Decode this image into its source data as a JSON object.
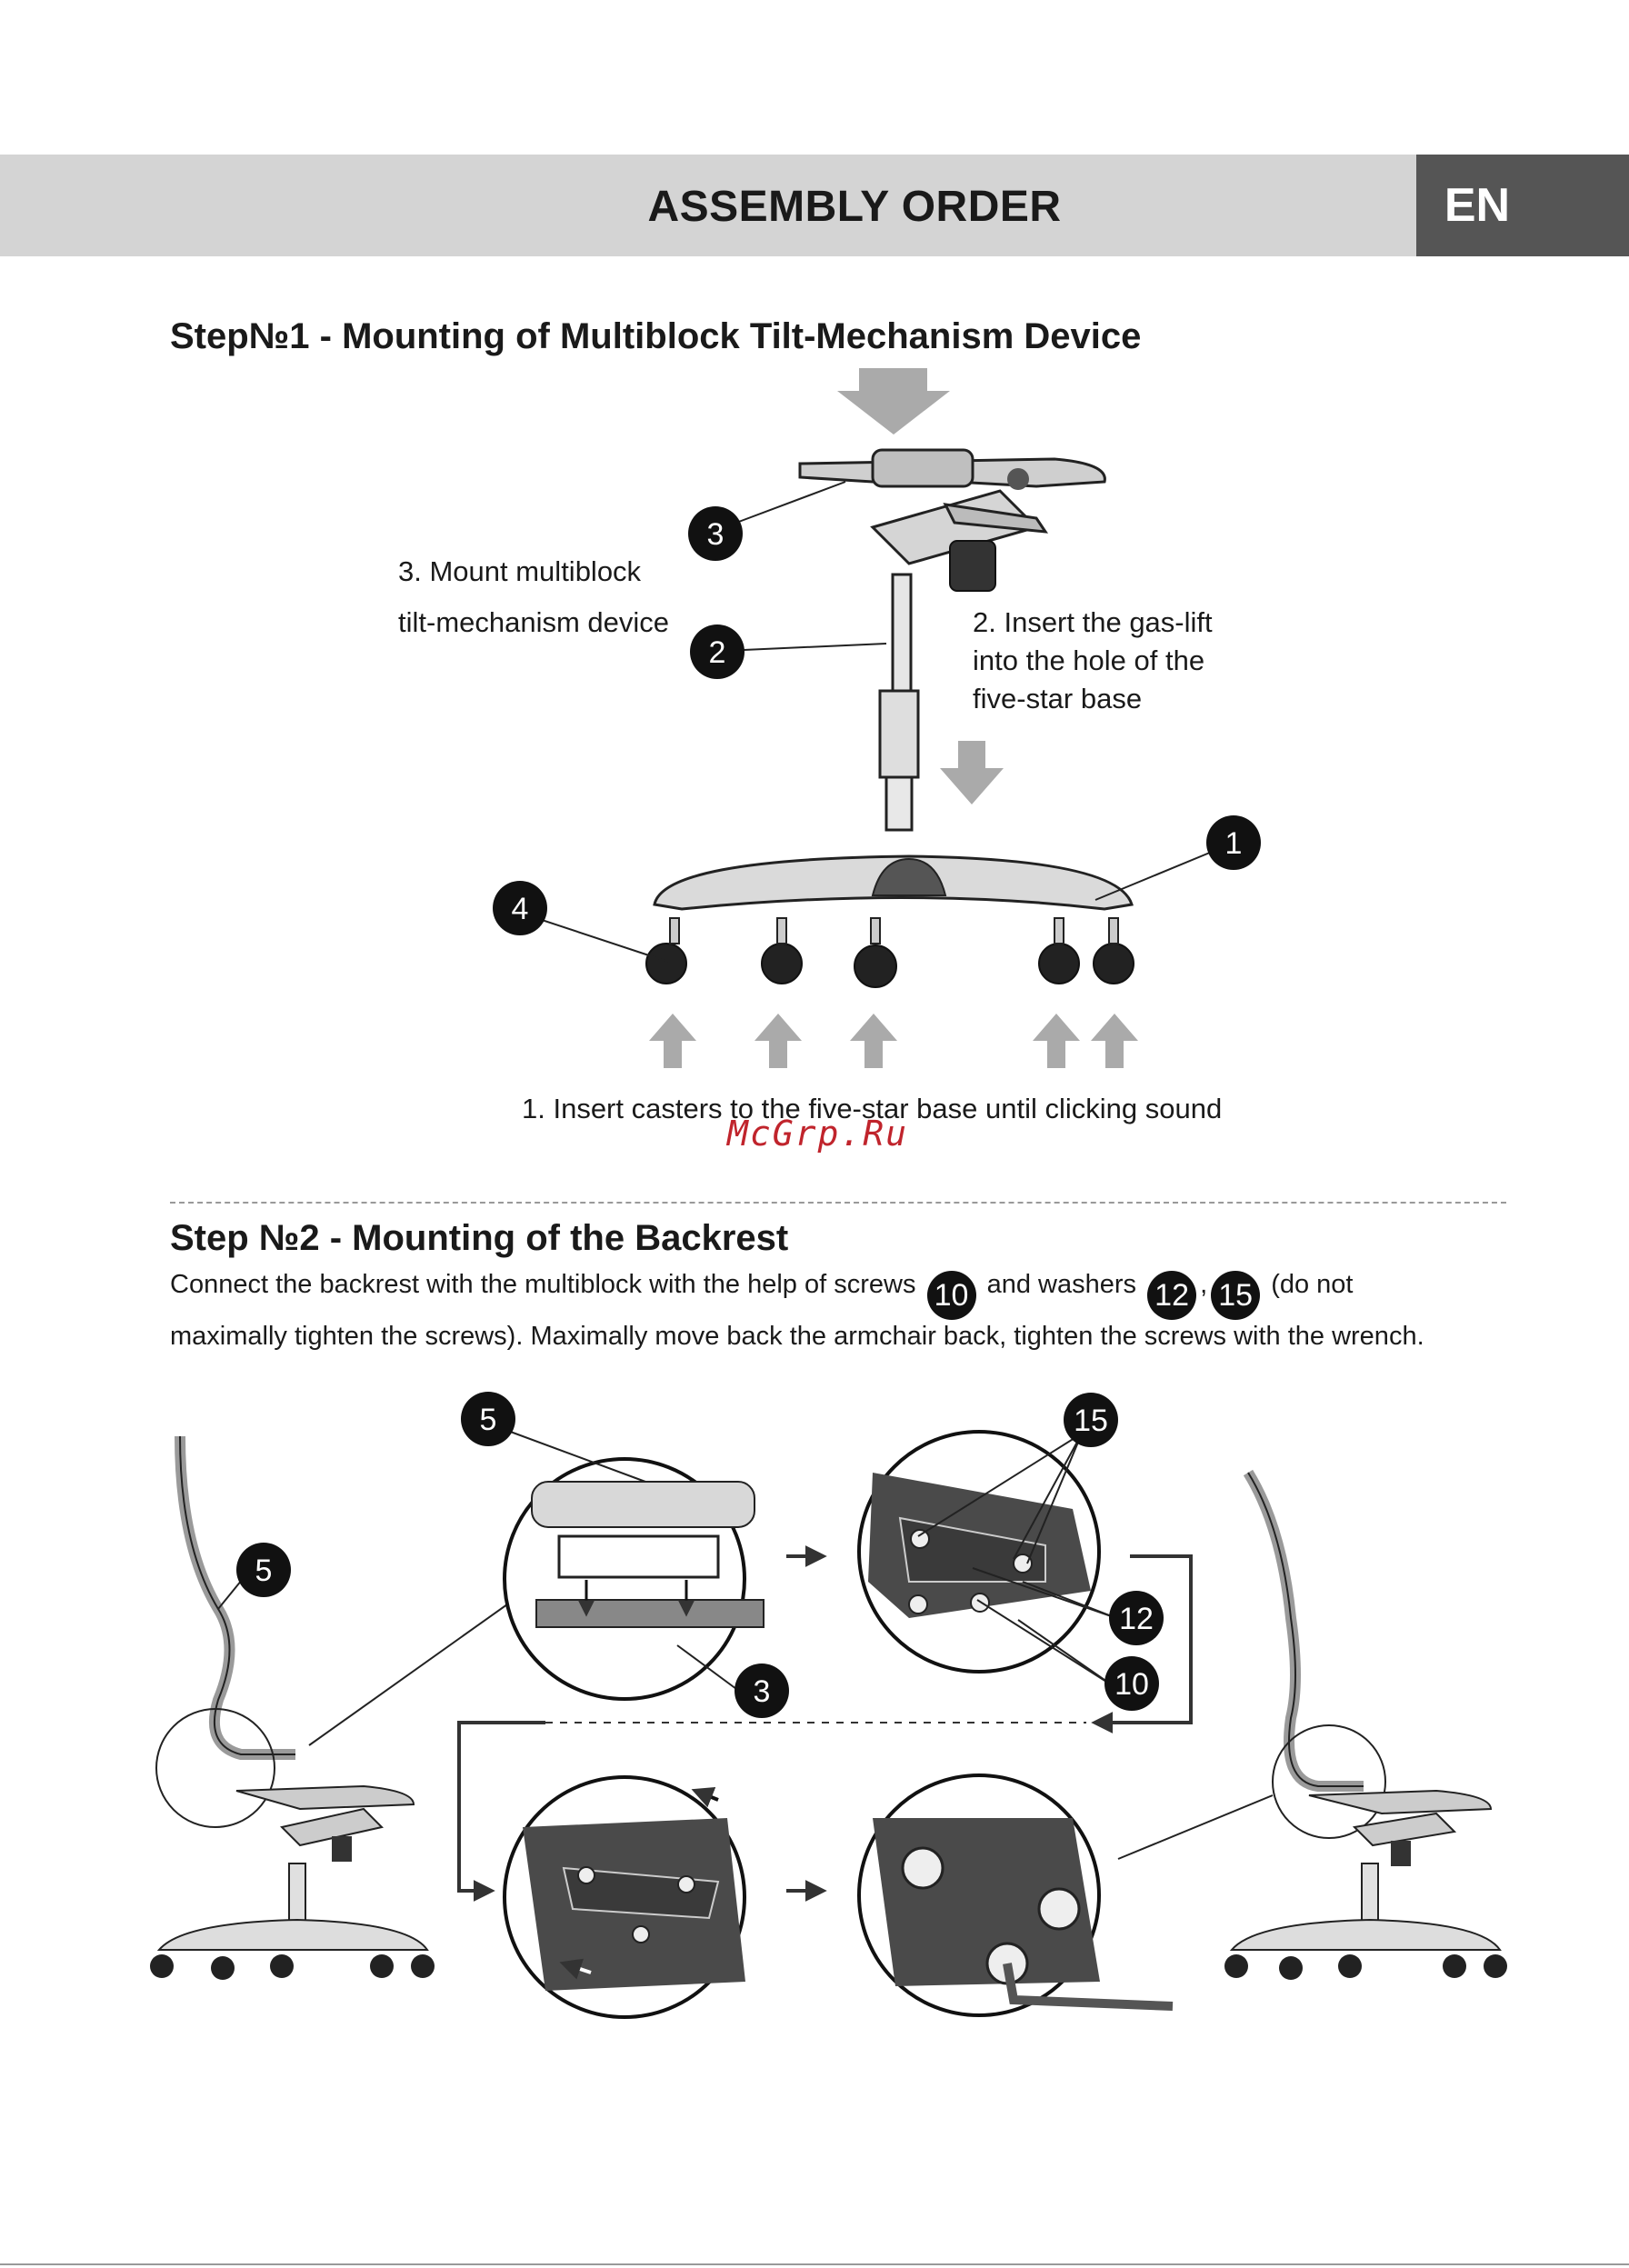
{
  "header": {
    "title": "ASSEMBLY ORDER",
    "lang": "EN"
  },
  "watermark": "McGrp.Ru",
  "step1": {
    "title": "Step№1 - Mounting of Multiblock Tilt-Mechanism Device",
    "caption_3_line1": "3. Mount multiblock",
    "caption_3_line2": "tilt-mechanism device",
    "caption_2_line1": "2. Insert the gas-lift",
    "caption_2_line2": "into the hole of the",
    "caption_2_line3": "five-star base",
    "caption_1": "1. Insert casters to the five-star base until clicking sound",
    "badges": [
      "1",
      "2",
      "3",
      "4"
    ]
  },
  "step2": {
    "title": "Step №2 - Mounting of the Backrest",
    "text_a": "Connect the backrest with the multiblock with the help of screws",
    "text_b": "and washers",
    "text_c": ",",
    "text_d": "(do not",
    "text_e": "maximally tighten the screws). Maximally move back the armchair back, tighten the screws with the wrench.",
    "badge_screws": "10",
    "badge_washer_a": "12",
    "badge_washer_b": "15",
    "callouts": [
      "5",
      "5",
      "3",
      "15",
      "12",
      "10"
    ]
  }
}
